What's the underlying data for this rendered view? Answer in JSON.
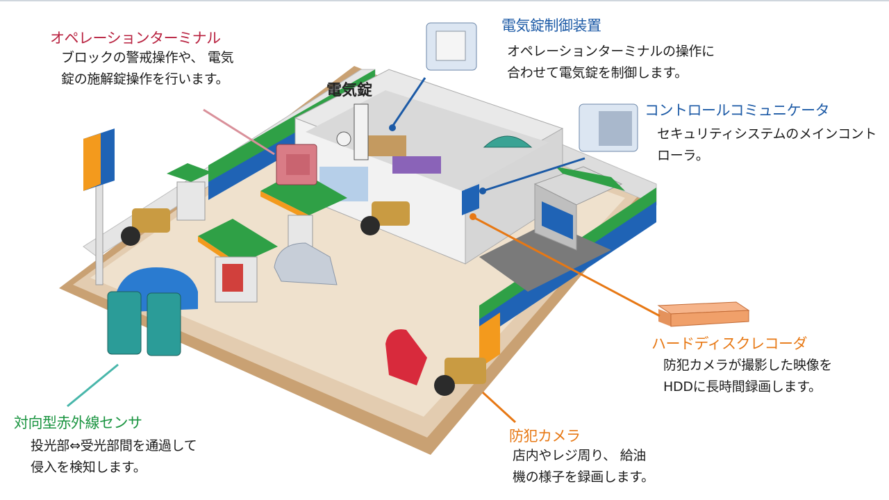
{
  "colors": {
    "terminal": "#b8213f",
    "blue": "#1c5aa6",
    "orange": "#e77814",
    "green": "#1a9440",
    "fence_blue": "#1f63b5",
    "fence_green": "#2fa046",
    "fence_orange": "#f39a1d"
  },
  "labels": {
    "operation_terminal": {
      "title": "オペレーションターミナル",
      "desc1": "ブロックの警戒操作や、 電気",
      "desc2": "錠の施解錠操作を行います。"
    },
    "electric_lock": {
      "title": "電気錠"
    },
    "lock_controller": {
      "title": "電気錠制御装置",
      "desc1": "オペレーションターミナルの操作に",
      "desc2": "合わせて電気錠を制御します。"
    },
    "control_communicator": {
      "title": "コントロールコミュニケータ",
      "desc1": "セキュリティシステムのメインコント",
      "desc2": "ローラ。"
    },
    "hdd_recorder": {
      "title": "ハードディスクレコーダ",
      "desc1": "防犯カメラが撮影した映像を",
      "desc2": "HDDに長時間録画します。"
    },
    "security_camera": {
      "title": "防犯カメラ",
      "desc1": "店内やレジ周り、 給油",
      "desc2": "機の様子を録画します。"
    },
    "ir_sensor": {
      "title": "対向型赤外線センサ",
      "desc1": "投光部⇔受光部間を通過して",
      "desc2": "侵入を検知します。"
    }
  }
}
